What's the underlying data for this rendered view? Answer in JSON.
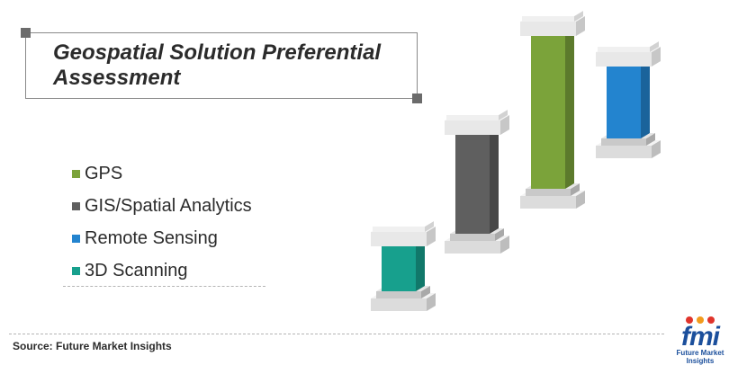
{
  "title": "Geospatial Solution Preferential Assessment",
  "source": "Source: Future Market Insights",
  "logo": {
    "mark": "fmi",
    "text": "Future Market Insights"
  },
  "chart_data": {
    "type": "bar",
    "categories": [
      "3D Scanning",
      "GIS/Spatial Analytics",
      "GPS",
      "Remote Sensing"
    ],
    "values": [
      1,
      3,
      5,
      2
    ],
    "title": "Geospatial Solution Preferential Assessment",
    "xlabel": "",
    "ylabel": "",
    "grid": false,
    "legend_position": "left",
    "legend": [
      {
        "label": "GPS",
        "color": "#7ba33a"
      },
      {
        "label": "GIS/Spatial Analytics",
        "color": "#5f5f5f"
      },
      {
        "label": "Remote Sensing",
        "color": "#2384cf"
      },
      {
        "label": "3D Scanning",
        "color": "#17a08d"
      }
    ],
    "colors": [
      "#17a08d",
      "#5f5f5f",
      "#7ba33a",
      "#2384cf"
    ]
  }
}
